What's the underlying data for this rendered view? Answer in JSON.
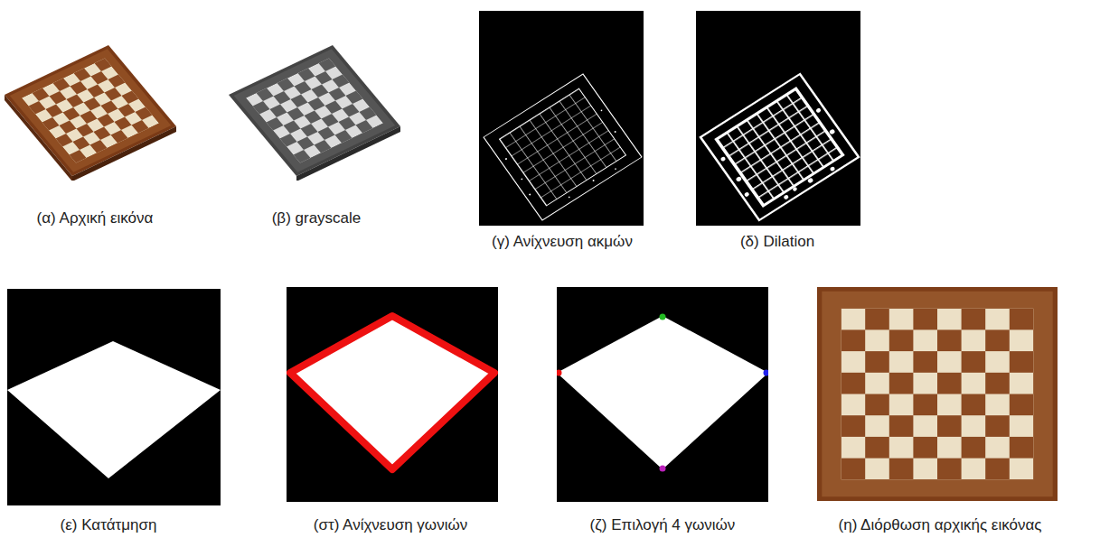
{
  "diagram": {
    "labels": [
      "(α) Αρχική εικόνα",
      "(β) grayscale",
      "(γ) Ανίχνευση ακμών",
      "(δ) Dilation",
      "(ε) Κατάτμηση",
      "(στ) Ανίχνευση γωνιών",
      "(ζ) Επιλογή 4 γωνιών",
      "(η) Διόρθωση αρχικής εικόνας"
    ]
  }
}
